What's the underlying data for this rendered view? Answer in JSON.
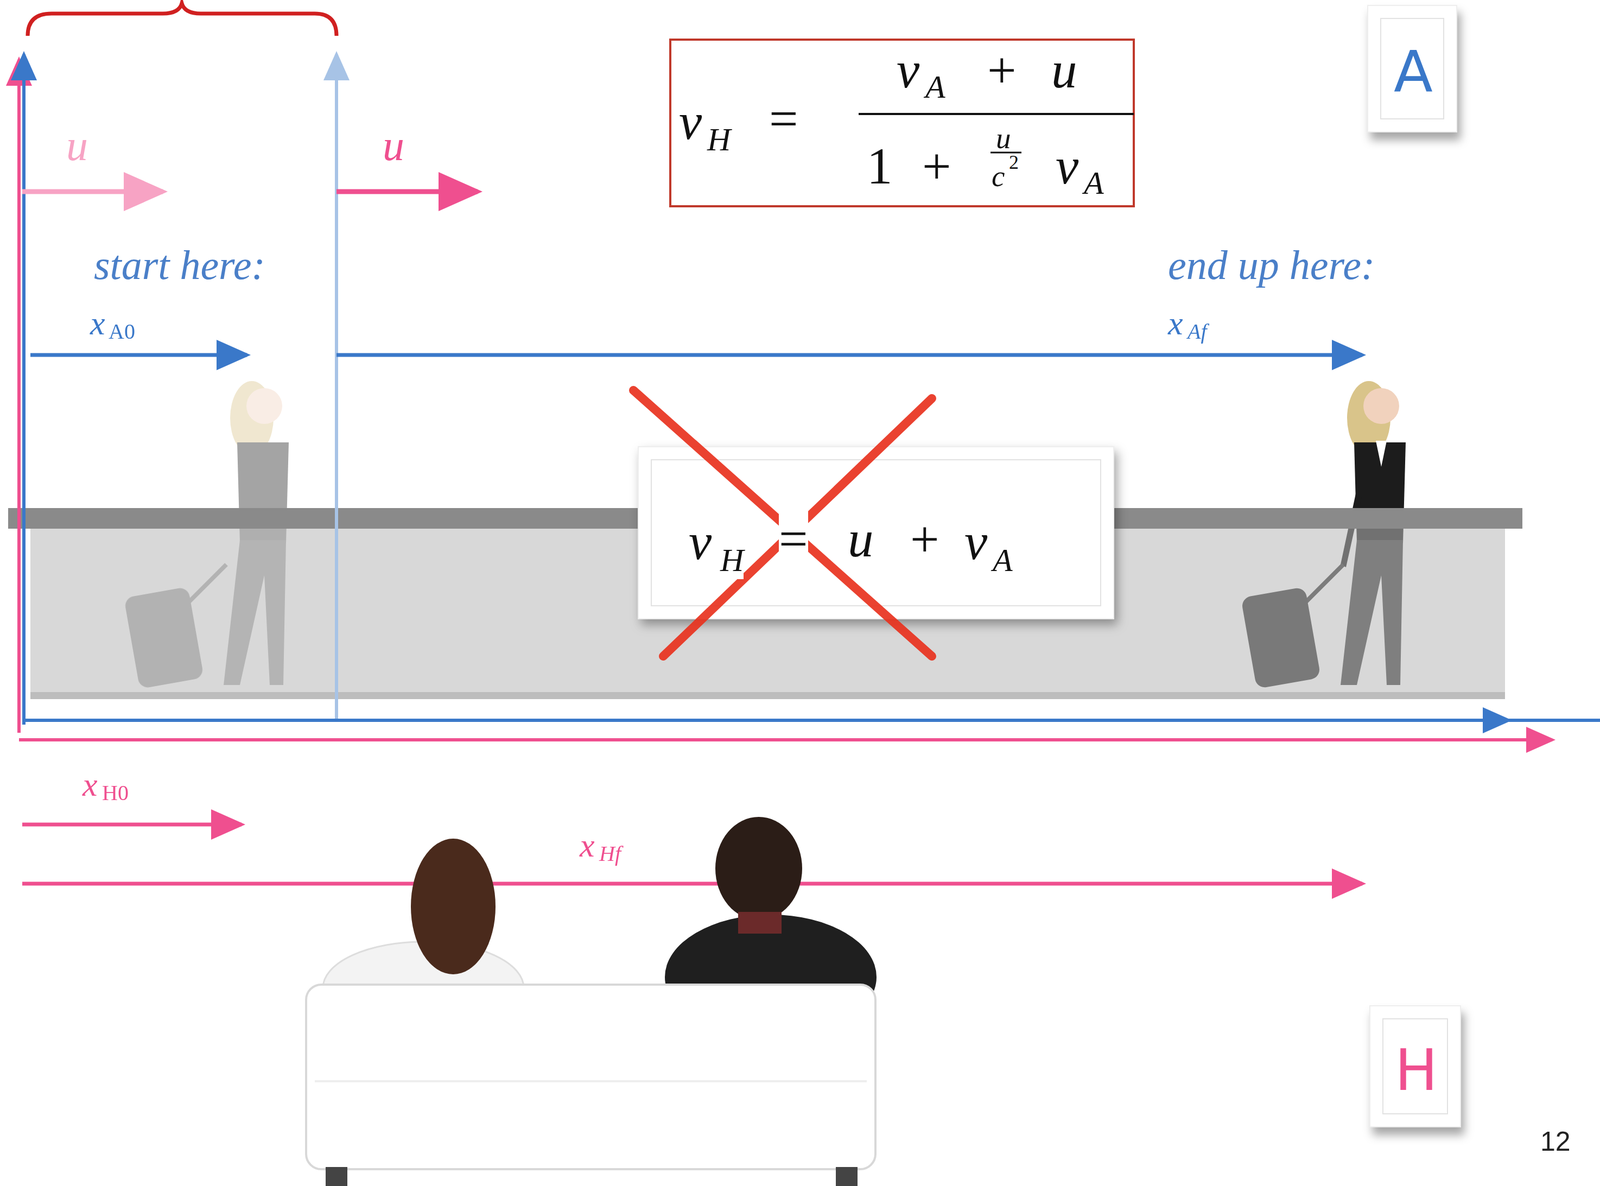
{
  "diagram": {
    "nodes": [
      {
        "text": [
          "v",
          "H",
          "=",
          "v",
          "A",
          "+",
          "u",
          "1",
          "+",
          "u",
          "c",
          "2",
          "v",
          "A"
        ]
      },
      {
        "text": [
          "A"
        ]
      },
      {
        "text": [
          "v",
          "H",
          "=",
          "u",
          "+",
          "v",
          "A"
        ]
      },
      {
        "text": [
          "H"
        ]
      }
    ],
    "labels": [
      "u",
      "u",
      "start here:",
      "end up here:",
      "x",
      "A0",
      "x",
      "Af",
      "x",
      "H0",
      "x",
      "Hf",
      "12"
    ]
  }
}
